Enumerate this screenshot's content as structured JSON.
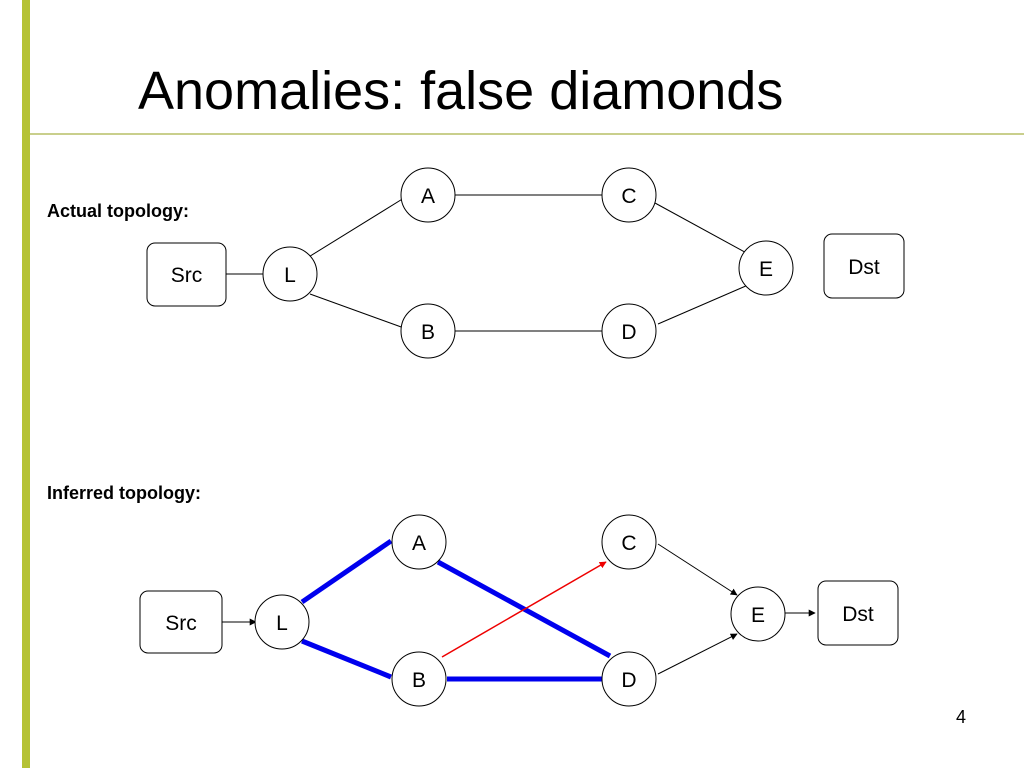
{
  "slide": {
    "title": "Anomalies: false diamonds",
    "page_number": "4",
    "accent_color": "#b5c235",
    "rule_color": "#c9cf8c"
  },
  "actual": {
    "label": "Actual topology:",
    "nodes": {
      "src": "Src",
      "l": "L",
      "a": "A",
      "b": "B",
      "c": "C",
      "d": "D",
      "e": "E",
      "dst": "Dst"
    }
  },
  "inferred": {
    "label": "Inferred topology:",
    "nodes": {
      "src": "Src",
      "l": "L",
      "a": "A",
      "b": "B",
      "c": "C",
      "d": "D",
      "e": "E",
      "dst": "Dst"
    },
    "highlight_color": "#0000ee",
    "false_link_color": "#ee0000"
  }
}
